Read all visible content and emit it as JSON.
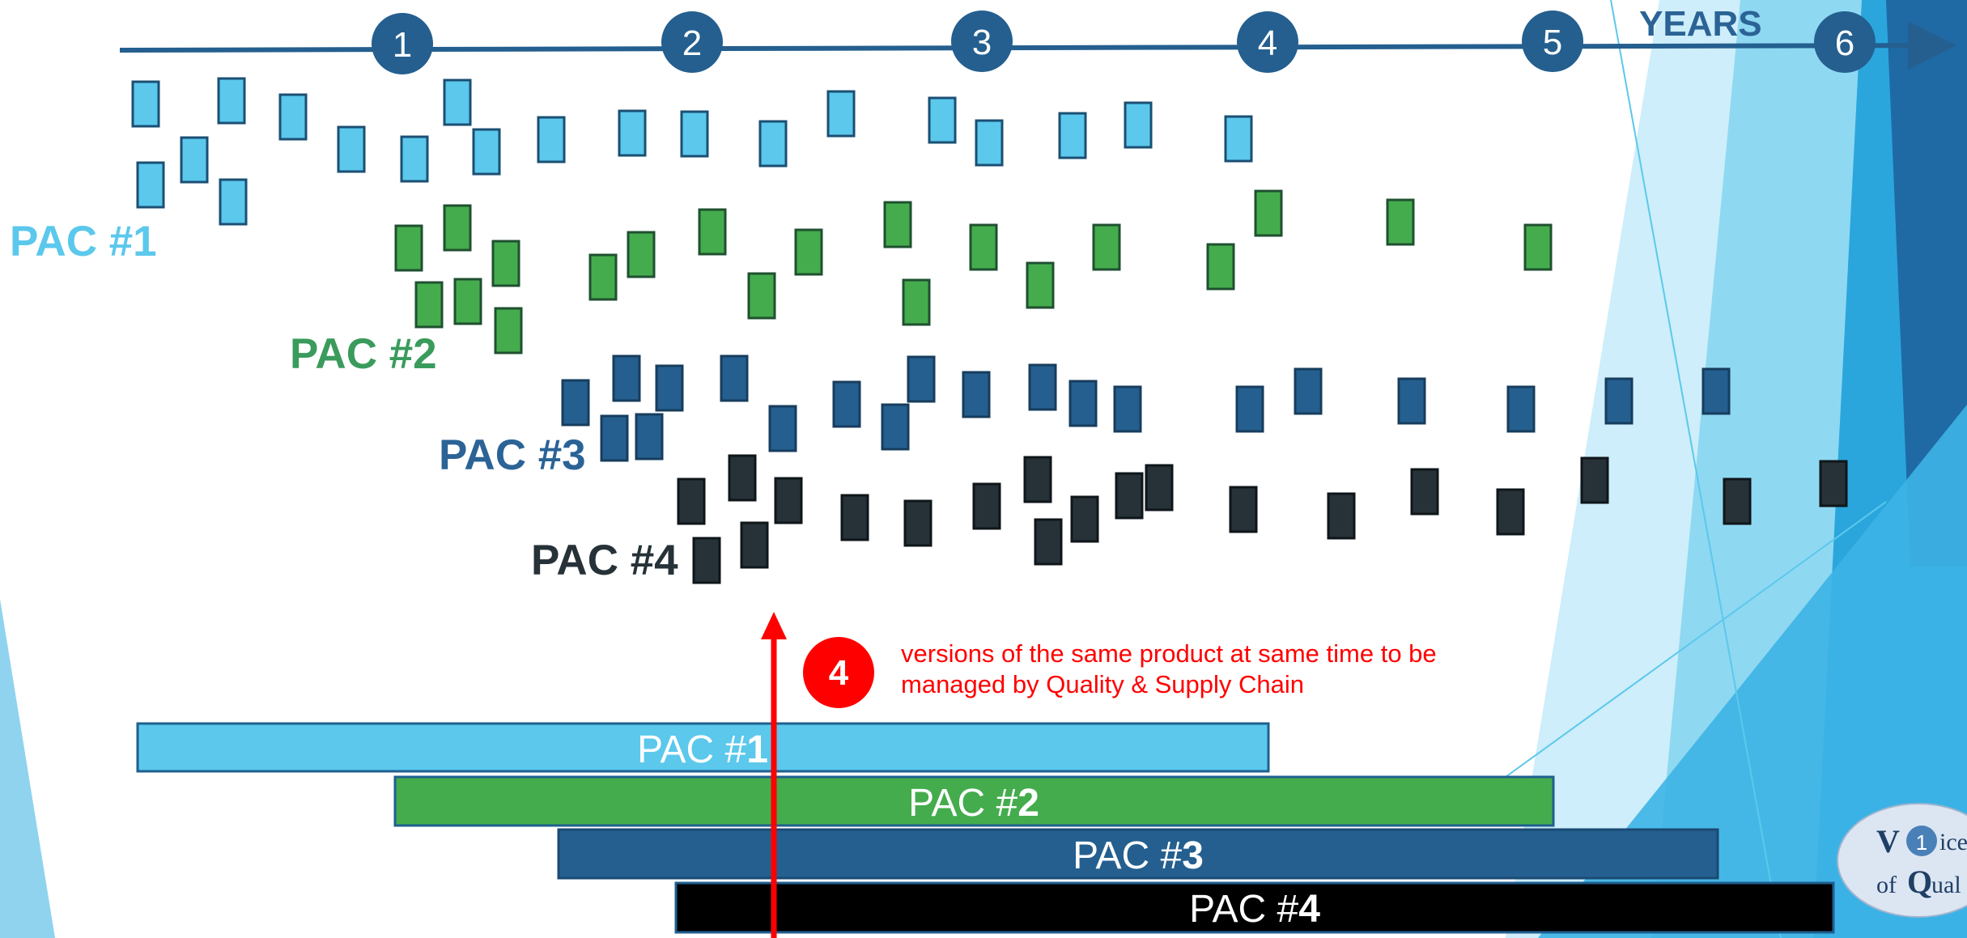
{
  "timeline": {
    "label": "YEARS",
    "ticks": [
      "1",
      "2",
      "3",
      "4",
      "5",
      "6"
    ]
  },
  "colors": {
    "pac1": "#5bc8ec",
    "pac2": "#44ac4d",
    "pac3": "#245f8f",
    "pac4": "#263238",
    "bar4": "#000000",
    "axis": "#245f8f",
    "accent_red": "#ff0000"
  },
  "groups": [
    {
      "id": "pac1",
      "label": "PAC #1",
      "color": "#5bc8ec"
    },
    {
      "id": "pac2",
      "label": "PAC #2",
      "color": "#3a9b5c"
    },
    {
      "id": "pac3",
      "label": "PAC #3",
      "color": "#2b6396"
    },
    {
      "id": "pac4",
      "label": "PAC #4",
      "color": "#263238"
    }
  ],
  "bars": [
    {
      "prefix": "PAC #",
      "num": "1",
      "color": "#5bc8ec"
    },
    {
      "prefix": "PAC #",
      "num": "2",
      "color": "#44ac4d"
    },
    {
      "prefix": "PAC #",
      "num": "3",
      "color": "#245f8f"
    },
    {
      "prefix": "PAC #",
      "num": "4",
      "color": "#000000"
    }
  ],
  "annotation": {
    "number": "4",
    "line1": "versions of the same product at same time to be",
    "line2": "managed by Quality & Supply Chain"
  },
  "logo": {
    "v": "V",
    "badge": "1",
    "v_rest": "ice",
    "of": "of",
    "q": "Q",
    "q_rest": "ual"
  }
}
